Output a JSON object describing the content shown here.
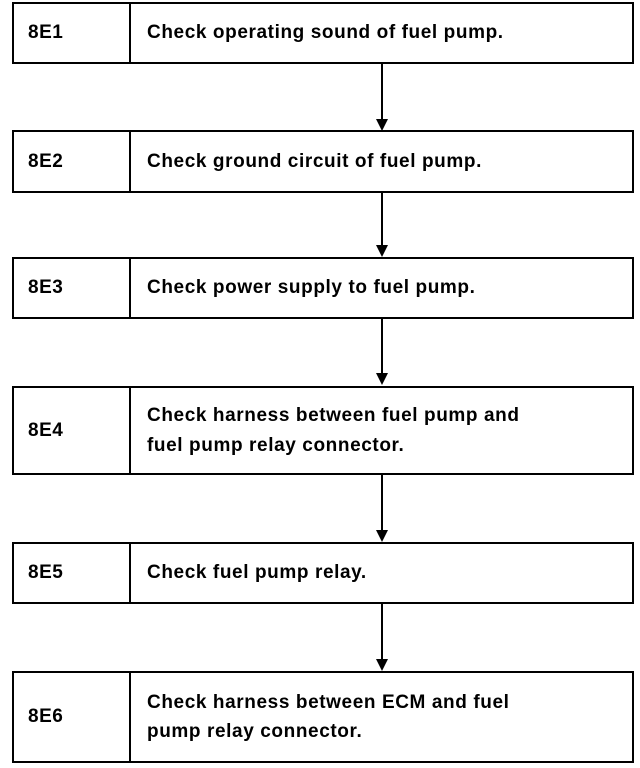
{
  "steps": [
    {
      "code": "8E1",
      "lines": [
        "Check operating sound of fuel pump."
      ]
    },
    {
      "code": "8E2",
      "lines": [
        "Check ground circuit of fuel pump."
      ]
    },
    {
      "code": "8E3",
      "lines": [
        "Check power supply to fuel pump."
      ]
    },
    {
      "code": "8E4",
      "lines": [
        "Check harness between fuel pump and",
        "fuel pump relay connector."
      ]
    },
    {
      "code": "8E5",
      "lines": [
        "Check fuel pump relay."
      ]
    },
    {
      "code": "8E6",
      "lines": [
        "Check harness between ECM and fuel",
        "pump relay connector."
      ]
    }
  ]
}
